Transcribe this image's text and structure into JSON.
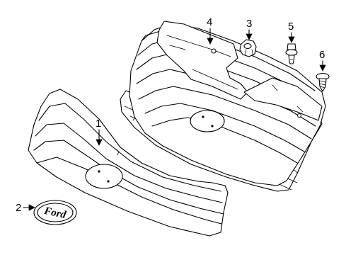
{
  "parts": [
    {
      "id": "1",
      "label": "1",
      "name": "grille-assembly"
    },
    {
      "id": "2",
      "label": "2",
      "name": "emblem"
    },
    {
      "id": "3",
      "label": "3",
      "name": "nut"
    },
    {
      "id": "4",
      "label": "4",
      "name": "reinforcement-bracket"
    },
    {
      "id": "5",
      "label": "5",
      "name": "push-pin-retainer"
    },
    {
      "id": "6",
      "label": "6",
      "name": "screw"
    }
  ],
  "emblem_text": "Ford",
  "colors": {
    "line": "#000000",
    "background": "#ffffff"
  }
}
